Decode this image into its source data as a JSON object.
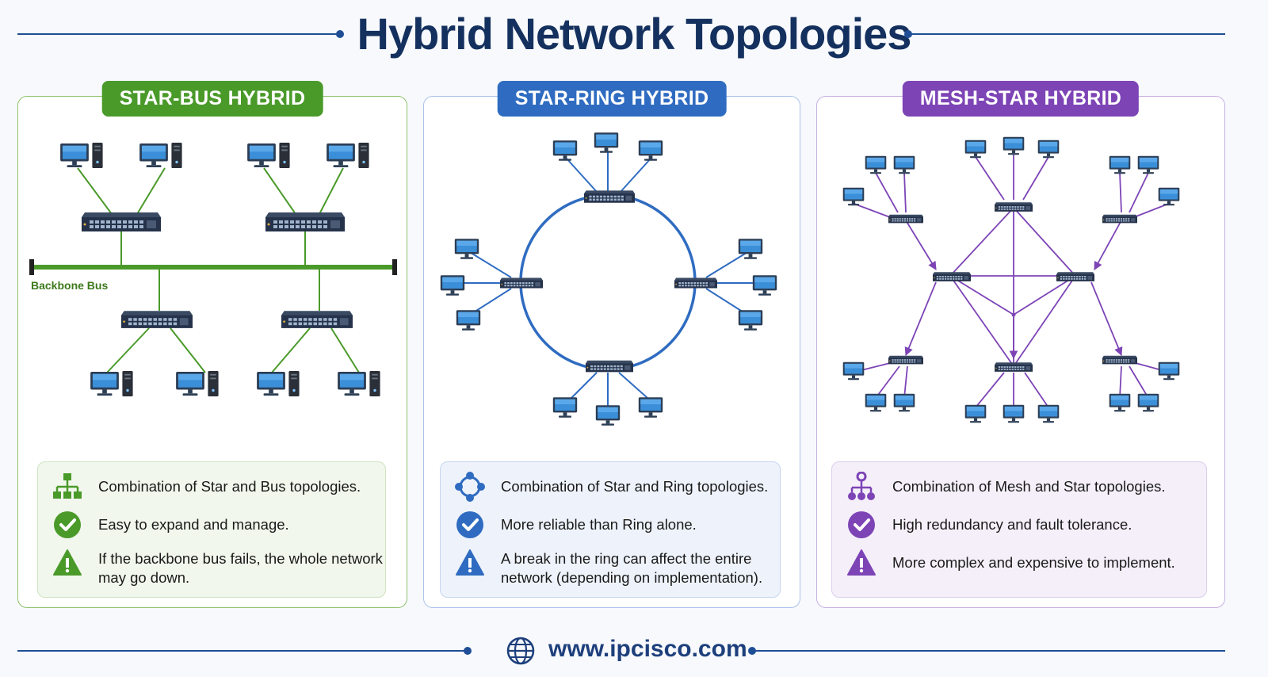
{
  "title": "Hybrid Network Topologies",
  "colors": {
    "title": "#14305e",
    "green": "#4a9a2a",
    "blue": "#2f6cc1",
    "purple": "#7d44b6",
    "navy": "#1f4e96"
  },
  "panels": [
    {
      "tag": "STAR-BUS HYBRID",
      "bus_label": "Backbone Bus",
      "points": [
        {
          "icon": "hierarchy-icon",
          "text": "Combination of Star and Bus topologies."
        },
        {
          "icon": "check-circle-icon",
          "text": "Easy to expand and manage."
        },
        {
          "icon": "warning-icon",
          "text": "If the backbone bus fails, the whole network may go down."
        }
      ]
    },
    {
      "tag": "STAR-RING HYBRID",
      "points": [
        {
          "icon": "ring-icon",
          "text": "Combination of Star and Ring topologies."
        },
        {
          "icon": "check-circle-icon",
          "text": "More reliable than Ring alone."
        },
        {
          "icon": "warning-icon",
          "text": "A break in the ring can affect the entire network (depending on implementation)."
        }
      ]
    },
    {
      "tag": "MESH-STAR HYBRID",
      "points": [
        {
          "icon": "mesh-icon",
          "text": "Combination of Mesh and Star topologies."
        },
        {
          "icon": "check-circle-icon",
          "text": "High redundancy and fault tolerance."
        },
        {
          "icon": "warning-icon",
          "text": "More complex and expensive to implement."
        }
      ]
    }
  ],
  "footer": {
    "url": "www.ipcisco.com",
    "icon": "globe-icon"
  }
}
